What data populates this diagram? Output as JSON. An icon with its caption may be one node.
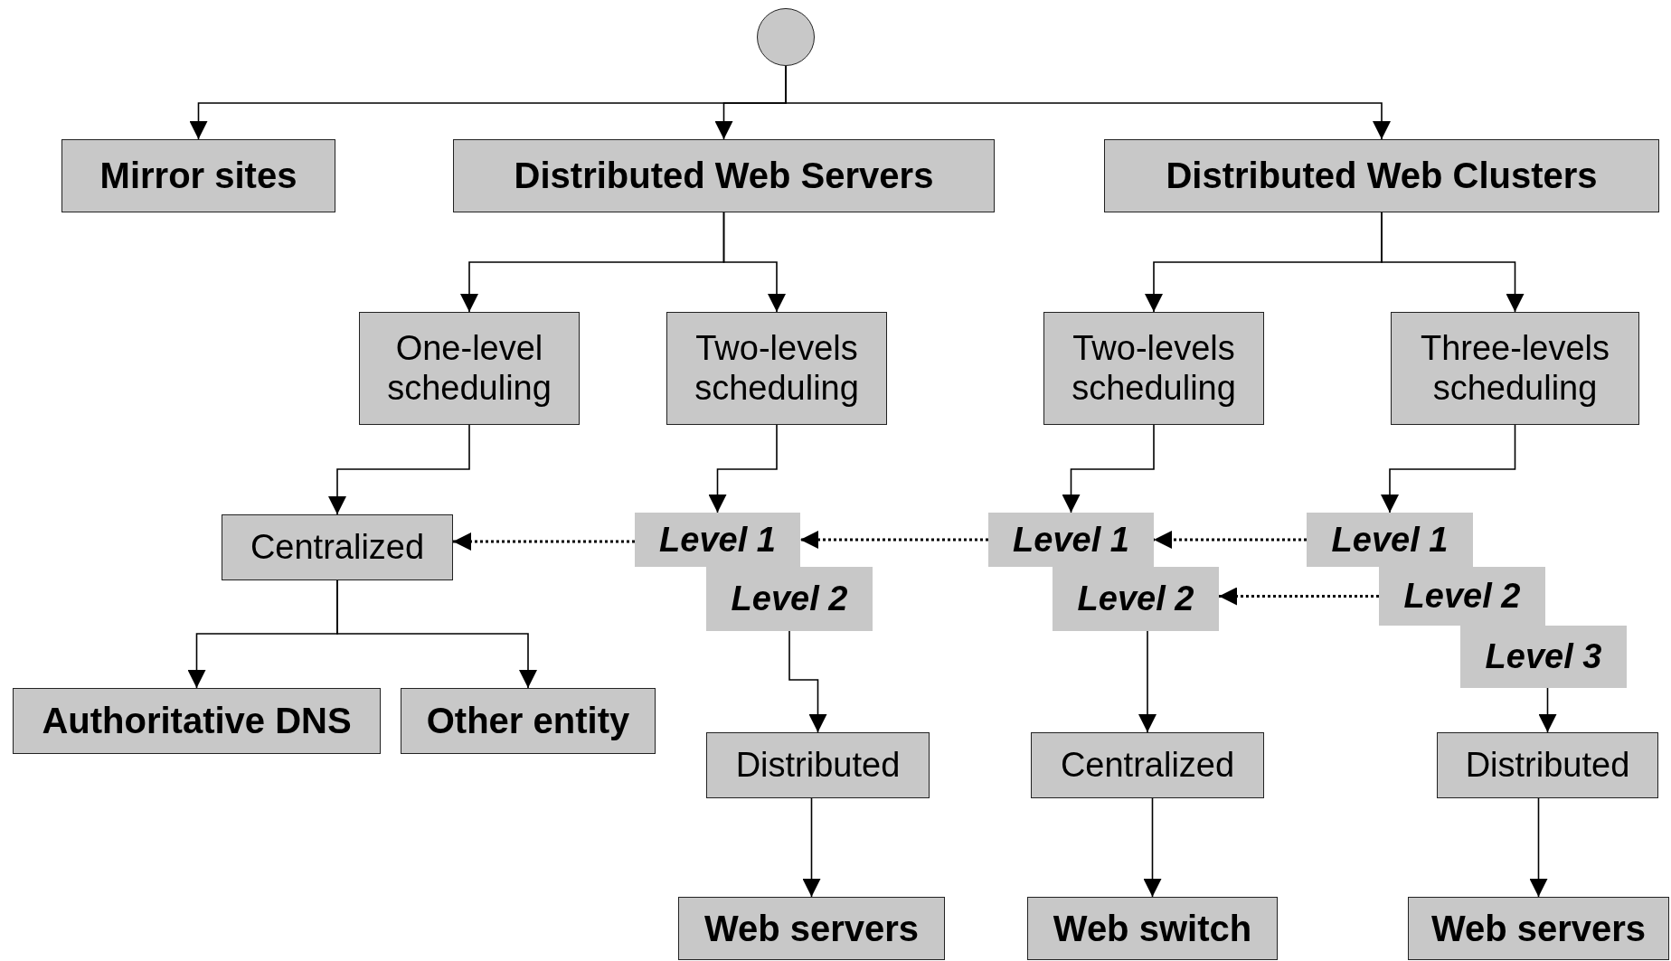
{
  "diagram": {
    "nodes": [
      {
        "text": [],
        "shape": "circle"
      },
      {
        "text": [
          "Mirror sites"
        ]
      },
      {
        "text": [
          "Distributed Web Servers"
        ]
      },
      {
        "text": [
          "Distributed Web Clusters"
        ]
      },
      {
        "text": [
          "One-level scheduling"
        ]
      },
      {
        "text": [
          "Two-levels scheduling"
        ]
      },
      {
        "text": [
          "Two-levels scheduling"
        ]
      },
      {
        "text": [
          "Three-levels scheduling"
        ]
      },
      {
        "text": [
          "Centralized"
        ]
      },
      {
        "text": [
          "Level 1"
        ]
      },
      {
        "text": [
          "Level 2"
        ]
      },
      {
        "text": [
          "Level 1"
        ]
      },
      {
        "text": [
          "Level 2"
        ]
      },
      {
        "text": [
          "Level 1"
        ]
      },
      {
        "text": [
          "Level 2"
        ]
      },
      {
        "text": [
          "Level 3"
        ]
      },
      {
        "text": [
          "Authoritative DNS"
        ]
      },
      {
        "text": [
          "Other entity"
        ]
      },
      {
        "text": [
          "Distributed"
        ]
      },
      {
        "text": [
          "Centralized"
        ]
      },
      {
        "text": [
          "Distributed"
        ]
      },
      {
        "text": [
          "Web servers"
        ]
      },
      {
        "text": [
          "Web switch"
        ]
      },
      {
        "text": [
          "Web servers"
        ]
      }
    ],
    "edges": [
      {
        "from": 0,
        "to": 1,
        "arrow": "to"
      },
      {
        "from": 0,
        "to": 2,
        "arrow": "to"
      },
      {
        "from": 0,
        "to": 3,
        "arrow": "to"
      },
      {
        "from": 2,
        "to": 4,
        "arrow": "to"
      },
      {
        "from": 2,
        "to": 5,
        "arrow": "to"
      },
      {
        "from": 3,
        "to": 6,
        "arrow": "to"
      },
      {
        "from": 3,
        "to": 7,
        "arrow": "to"
      },
      {
        "from": 4,
        "to": 8,
        "arrow": "to"
      },
      {
        "from": 5,
        "to": 9,
        "arrow": "to"
      },
      {
        "from": 6,
        "to": 11,
        "arrow": "to"
      },
      {
        "from": 7,
        "to": 13,
        "arrow": "to"
      },
      {
        "from": 9,
        "to": 8,
        "arrow": "to",
        "style": "dashed"
      },
      {
        "from": 11,
        "to": 9,
        "arrow": "to",
        "style": "dashed"
      },
      {
        "from": 13,
        "to": 11,
        "arrow": "to",
        "style": "dashed"
      },
      {
        "from": 14,
        "to": 12,
        "arrow": "to",
        "style": "dashed"
      },
      {
        "from": 8,
        "to": 16,
        "arrow": "to"
      },
      {
        "from": 8,
        "to": 17,
        "arrow": "to"
      },
      {
        "from": 10,
        "to": 18,
        "arrow": "to"
      },
      {
        "from": 12,
        "to": 19,
        "arrow": "to"
      },
      {
        "from": 15,
        "to": 20,
        "arrow": "to"
      },
      {
        "from": 18,
        "to": 21,
        "arrow": "to"
      },
      {
        "from": 19,
        "to": 22,
        "arrow": "to"
      },
      {
        "from": 20,
        "to": 23,
        "arrow": "to"
      }
    ]
  }
}
